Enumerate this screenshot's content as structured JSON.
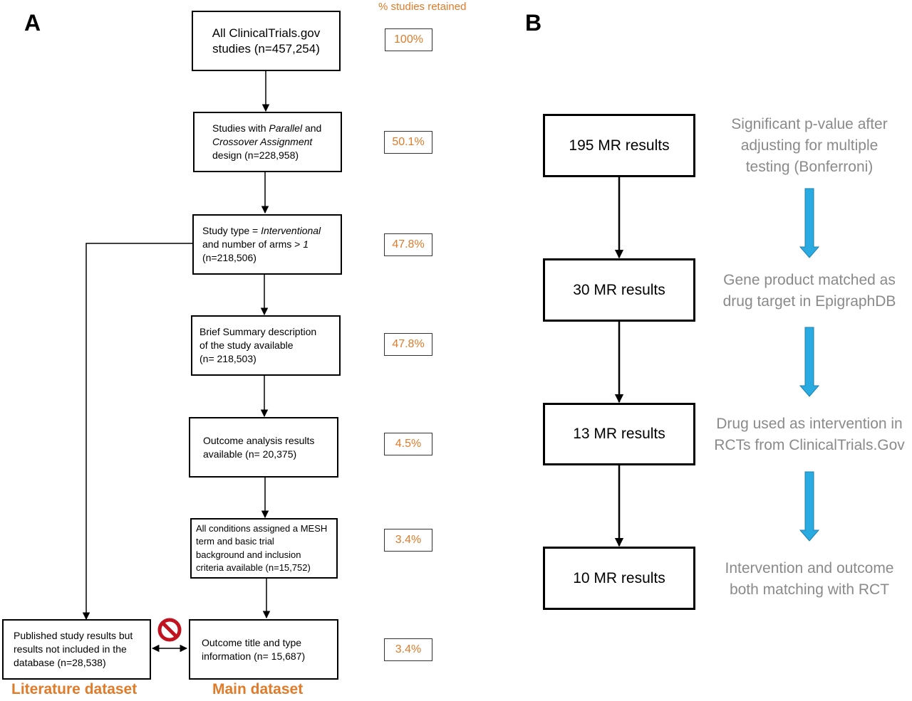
{
  "panel_a": {
    "letter": "A",
    "pct_header": "% studies retained",
    "steps": [
      {
        "lines": [
          "All ClinicalTrials.gov",
          "studies (n=457,254)"
        ],
        "pct": "100%"
      },
      {
        "html": "Studies with <i>Parallel</i> and<br><i>Crossover Assignment</i><br>design (n=228,958)",
        "pct": "50.1%"
      },
      {
        "html": "Study type = <i>Interventional</i><br>and number of arms &gt; <i>1</i><br>(n=218,506)",
        "pct": "47.8%"
      },
      {
        "lines": [
          "Brief Summary description",
          "of the study available",
          "(n= 218,503)"
        ],
        "pct": "47.8%"
      },
      {
        "lines": [
          "Outcome analysis results",
          "available (n= 20,375)"
        ],
        "pct": "4.5%"
      },
      {
        "lines": [
          "All conditions assigned a MESH",
          "term and basic trial",
          "background and  inclusion",
          "criteria available (n=15,752)"
        ],
        "pct": "3.4%"
      },
      {
        "lines": [
          "Outcome title and type",
          "information (n= 15,687)"
        ],
        "pct": "3.4%"
      }
    ],
    "literature_box": {
      "lines": [
        "Published study results but",
        "results not included in the",
        "database (n=28,538)"
      ]
    },
    "literature_label": "Literature dataset",
    "main_label": "Main dataset",
    "stop_icon": "no-entry-icon",
    "colors": {
      "accent": "#e07b2a",
      "stop": "#c1121f"
    }
  },
  "panel_b": {
    "letter": "B",
    "boxes": [
      "195 MR results",
      "30 MR results",
      "13 MR results",
      "10 MR results"
    ],
    "notes": [
      [
        "Significant p-value after",
        "adjusting for multiple",
        "testing (Bonferroni)"
      ],
      [
        "Gene product matched as",
        "drug target in EpigraphDB"
      ],
      [
        "Drug used as intervention in",
        "RCTs from ClinicalTrials.Gov"
      ],
      [
        "Intervention and outcome",
        "both matching with RCT"
      ]
    ],
    "arrow_color": "#29abe2",
    "note_color": "#8a8a8a"
  }
}
